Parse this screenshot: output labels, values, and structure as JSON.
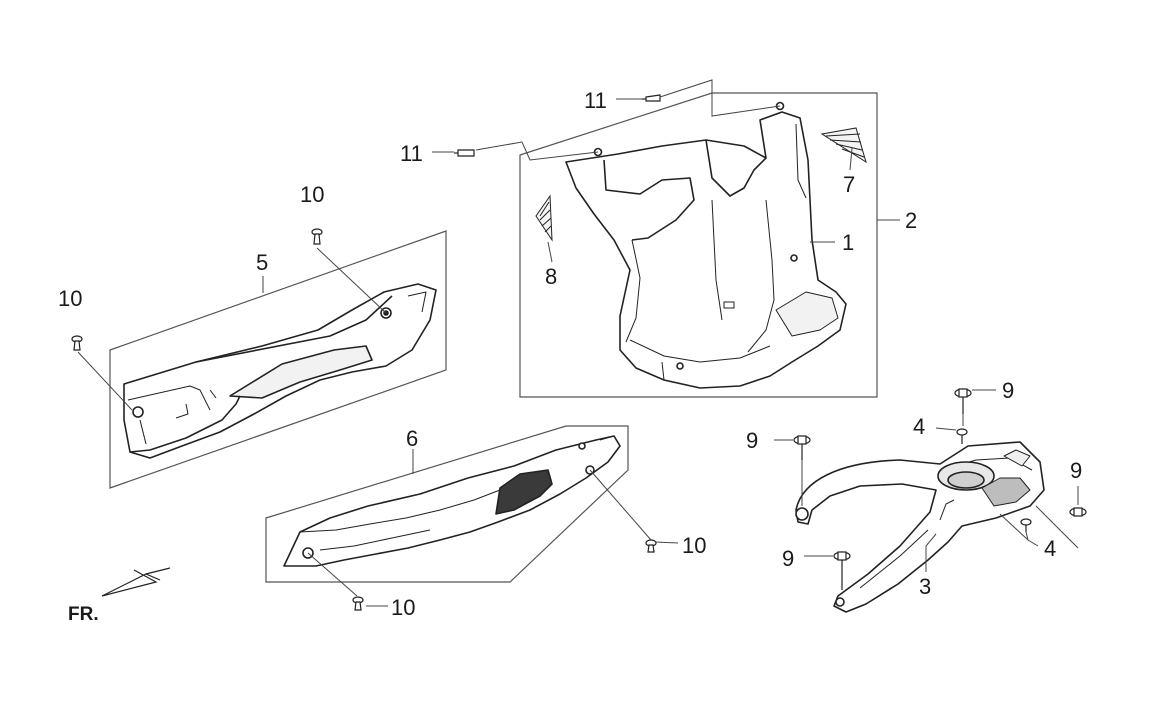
{
  "diagram": {
    "orientation_label": "FR.",
    "callouts": [
      {
        "id": "c1",
        "text": "1"
      },
      {
        "id": "c2",
        "text": "2"
      },
      {
        "id": "c3",
        "text": "3"
      },
      {
        "id": "c4a",
        "text": "4"
      },
      {
        "id": "c4b",
        "text": "4"
      },
      {
        "id": "c5",
        "text": "5"
      },
      {
        "id": "c6",
        "text": "6"
      },
      {
        "id": "c7",
        "text": "7"
      },
      {
        "id": "c8",
        "text": "8"
      },
      {
        "id": "c9a",
        "text": "9"
      },
      {
        "id": "c9b",
        "text": "9"
      },
      {
        "id": "c9c",
        "text": "9"
      },
      {
        "id": "c9d",
        "text": "9"
      },
      {
        "id": "c10a",
        "text": "10"
      },
      {
        "id": "c10b",
        "text": "10"
      },
      {
        "id": "c10c",
        "text": "10"
      },
      {
        "id": "c10d",
        "text": "10"
      },
      {
        "id": "c11a",
        "text": "11"
      },
      {
        "id": "c11b",
        "text": "11"
      }
    ]
  }
}
